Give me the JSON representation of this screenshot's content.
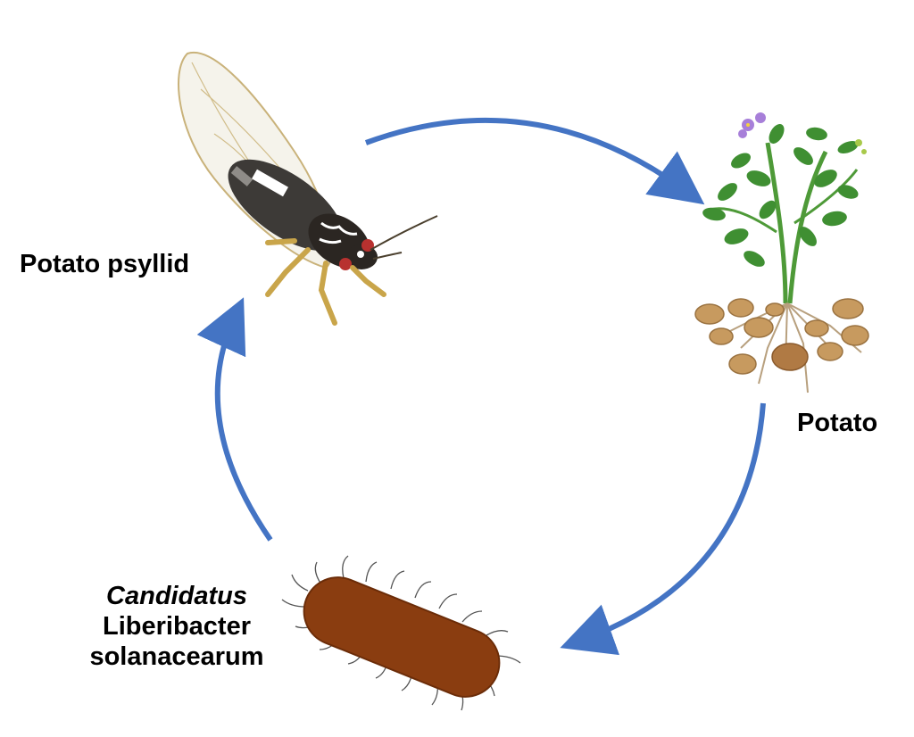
{
  "diagram": {
    "nodes": {
      "psyllid": {
        "label": "Potato psyllid",
        "icon": "psyllid-insect-icon"
      },
      "potato": {
        "label": "Potato",
        "icon": "potato-plant-icon"
      },
      "bacterium": {
        "label_genus_italic": "Candidatus",
        "label_line2": "Liberibacter",
        "label_line3": "solanacearum",
        "icon": "rod-bacterium-icon"
      }
    },
    "edges": [
      {
        "from": "psyllid",
        "to": "potato"
      },
      {
        "from": "potato",
        "to": "bacterium"
      },
      {
        "from": "bacterium",
        "to": "psyllid"
      }
    ],
    "colors": {
      "arrow": "#4474c4",
      "bacterium_body": "#8a3d10",
      "leaf": "#3f8f32",
      "tuber": "#c79a5f",
      "flower": "#a77fd9"
    }
  }
}
